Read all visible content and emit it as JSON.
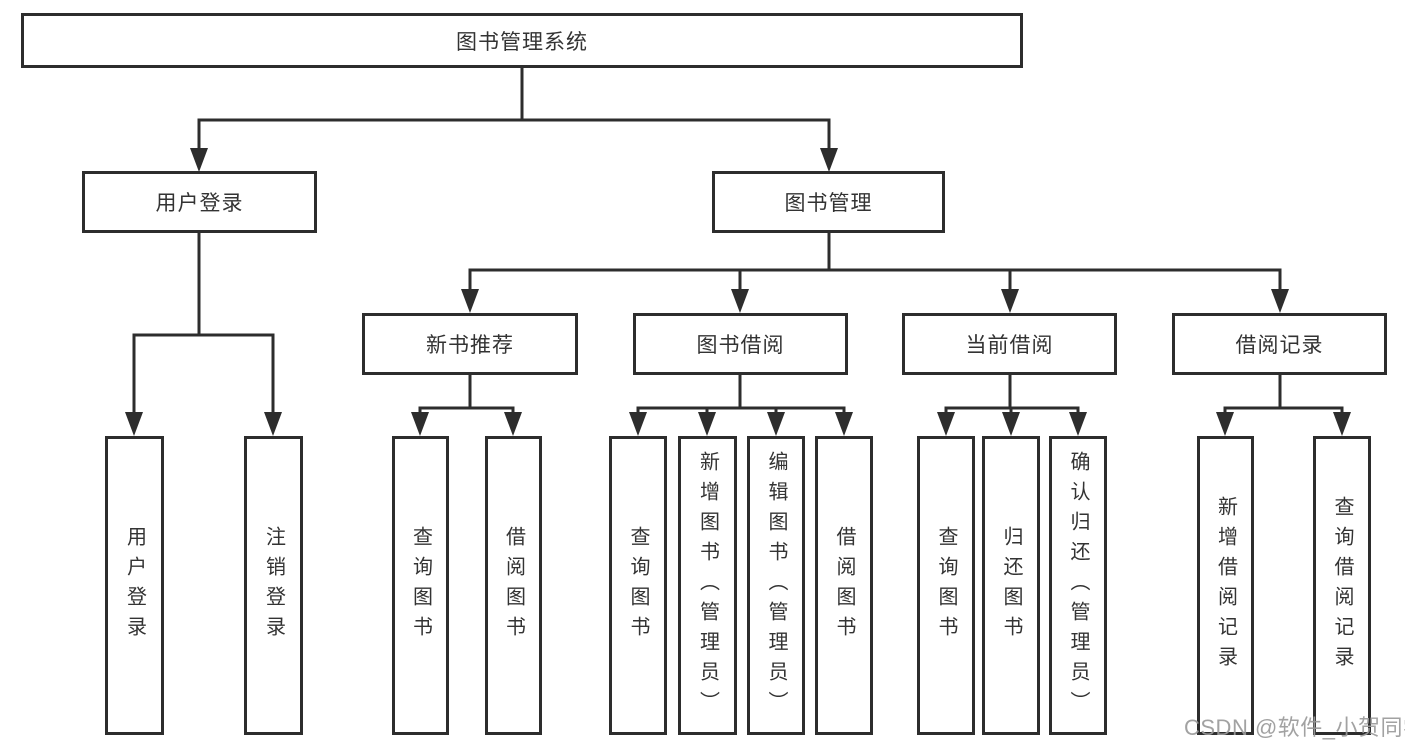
{
  "diagram": {
    "title": "图书管理系统",
    "root": {
      "label": "图书管理系统"
    },
    "level2": [
      {
        "label": "用户登录"
      },
      {
        "label": "图书管理"
      }
    ],
    "level3": [
      {
        "label": "新书推荐"
      },
      {
        "label": "图书借阅"
      },
      {
        "label": "当前借阅"
      },
      {
        "label": "借阅记录"
      }
    ],
    "leaves": {
      "user_login": [
        "用户登录",
        "注销登录"
      ],
      "new_book": [
        "查询图书",
        "借阅图书"
      ],
      "book_borrow": [
        "查询图书",
        "新增图书（管理员）",
        "编辑图书（管理员）",
        "借阅图书"
      ],
      "current_borrow": [
        "查询图书",
        "归还图书",
        "确认归还（管理员）"
      ],
      "borrow_record": [
        "新增借阅记录",
        "查询借阅记录"
      ]
    }
  },
  "watermark": "CSDN @软件_小贺同学",
  "colors": {
    "line": "#2d2d2d",
    "text": "#333333",
    "background": "#ffffff",
    "watermark": "#9a9a9a"
  }
}
